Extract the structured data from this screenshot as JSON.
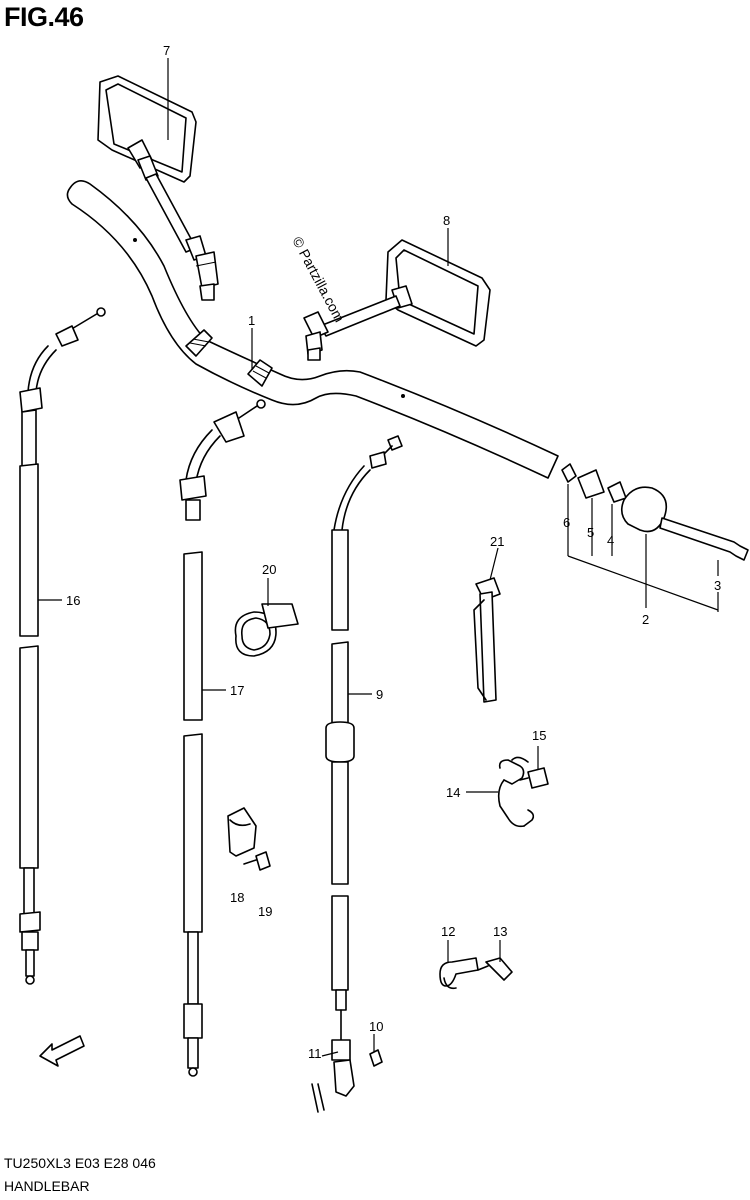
{
  "figure": {
    "title": "FIG.46"
  },
  "watermark": "© Partzilla.com",
  "fwd_badge": "FWD",
  "part_numbers": [
    "1",
    "2",
    "3",
    "4",
    "5",
    "6",
    "7",
    "8",
    "9",
    "10",
    "11",
    "12",
    "13",
    "14",
    "15",
    "16",
    "17",
    "18",
    "19",
    "20",
    "21"
  ],
  "footer": {
    "code": "TU250XL3  E03  E28  046",
    "name": "HANDLEBAR"
  }
}
